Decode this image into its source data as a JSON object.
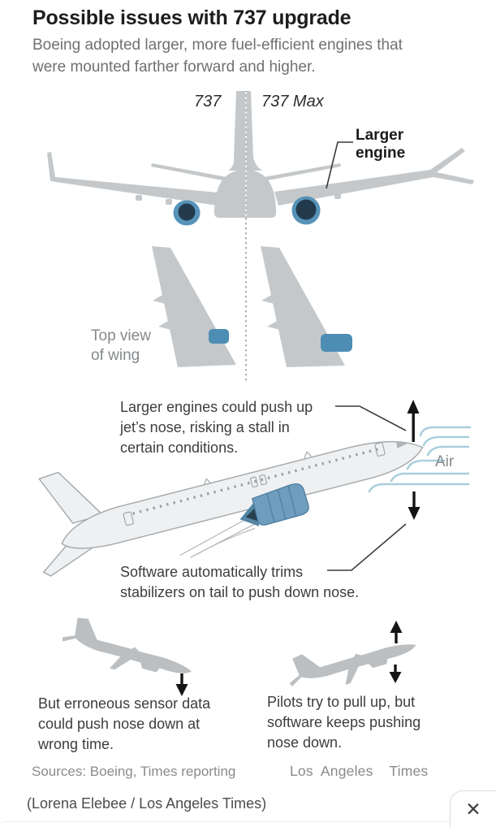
{
  "header": {
    "title": "Possible issues with 737 upgrade",
    "subtitle": "Boeing adopted larger, more fuel-efficient engines that\nwere mounted farther forward and higher."
  },
  "front_view": {
    "left_label": "737",
    "right_label": "737 Max",
    "engine_callout": "Larger\nengine"
  },
  "wing_view": {
    "label": "Top view\nof wing"
  },
  "side_view": {
    "stall_note": "Larger engines could push up\njet’s nose, risking a stall in\ncertain conditions.",
    "air_label": "Air",
    "trim_note": "Software automatically trims\nstabilizers on tail to push down nose."
  },
  "scenarios": {
    "sensor_note": "But erroneous sensor data\ncould push nose down at\nwrong time.",
    "pilot_note": "Pilots try to pull up, but\nsoftware keeps pushing\nnose down."
  },
  "footer": {
    "sources": "Sources: Boeing, Times reporting",
    "brand": "Los Angeles  Times",
    "caption": "(Lorena Elebee / Los Angeles Times)",
    "close_glyph": "✕"
  },
  "colors": {
    "plane_gray": "#c5c8ca",
    "silhouette_gray": "#bcbfc1",
    "engine_ring_blue": "#5793b9",
    "engine_core_dark": "#223a4c",
    "nacelle_blue": "#4d8db4",
    "side_view_fill": "#eef0f2",
    "side_view_stroke": "#a6aaac",
    "airflow_blue": "#a9cede",
    "annotation_text": "#3c3d3e",
    "muted_label": "#85898c"
  }
}
